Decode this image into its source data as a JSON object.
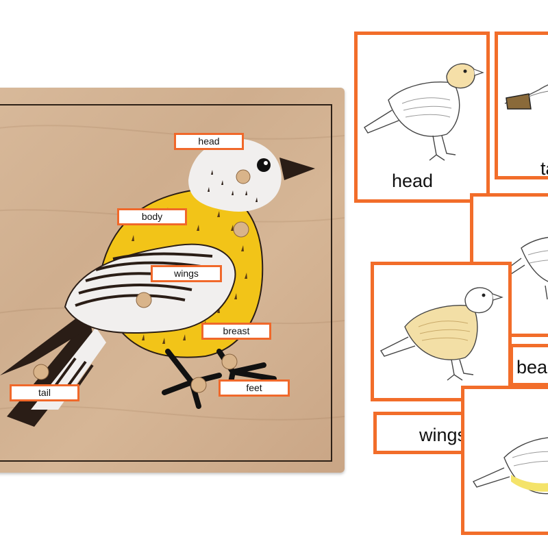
{
  "puzzle": {
    "labels": {
      "head": "head",
      "body": "body",
      "wings": "wings",
      "breast": "breast",
      "tail": "tail",
      "feet": "feet"
    }
  },
  "cards": {
    "head": {
      "word": "head",
      "highlight": "#f5dfa8"
    },
    "tail": {
      "word": "ta",
      "highlight": "#8a6a3a"
    },
    "body": {
      "highlight": "#f3dfa6"
    },
    "beak": {
      "word": "bea"
    },
    "wings": {
      "word": "wings"
    },
    "breast": {
      "highlight": "#f4e36a"
    }
  },
  "colors": {
    "card_border": "#f26d2a",
    "tag_border": "#f0682a",
    "bird_yellow": "#f2c418",
    "bird_dark": "#2a1d16",
    "bird_white": "#f1efee"
  }
}
